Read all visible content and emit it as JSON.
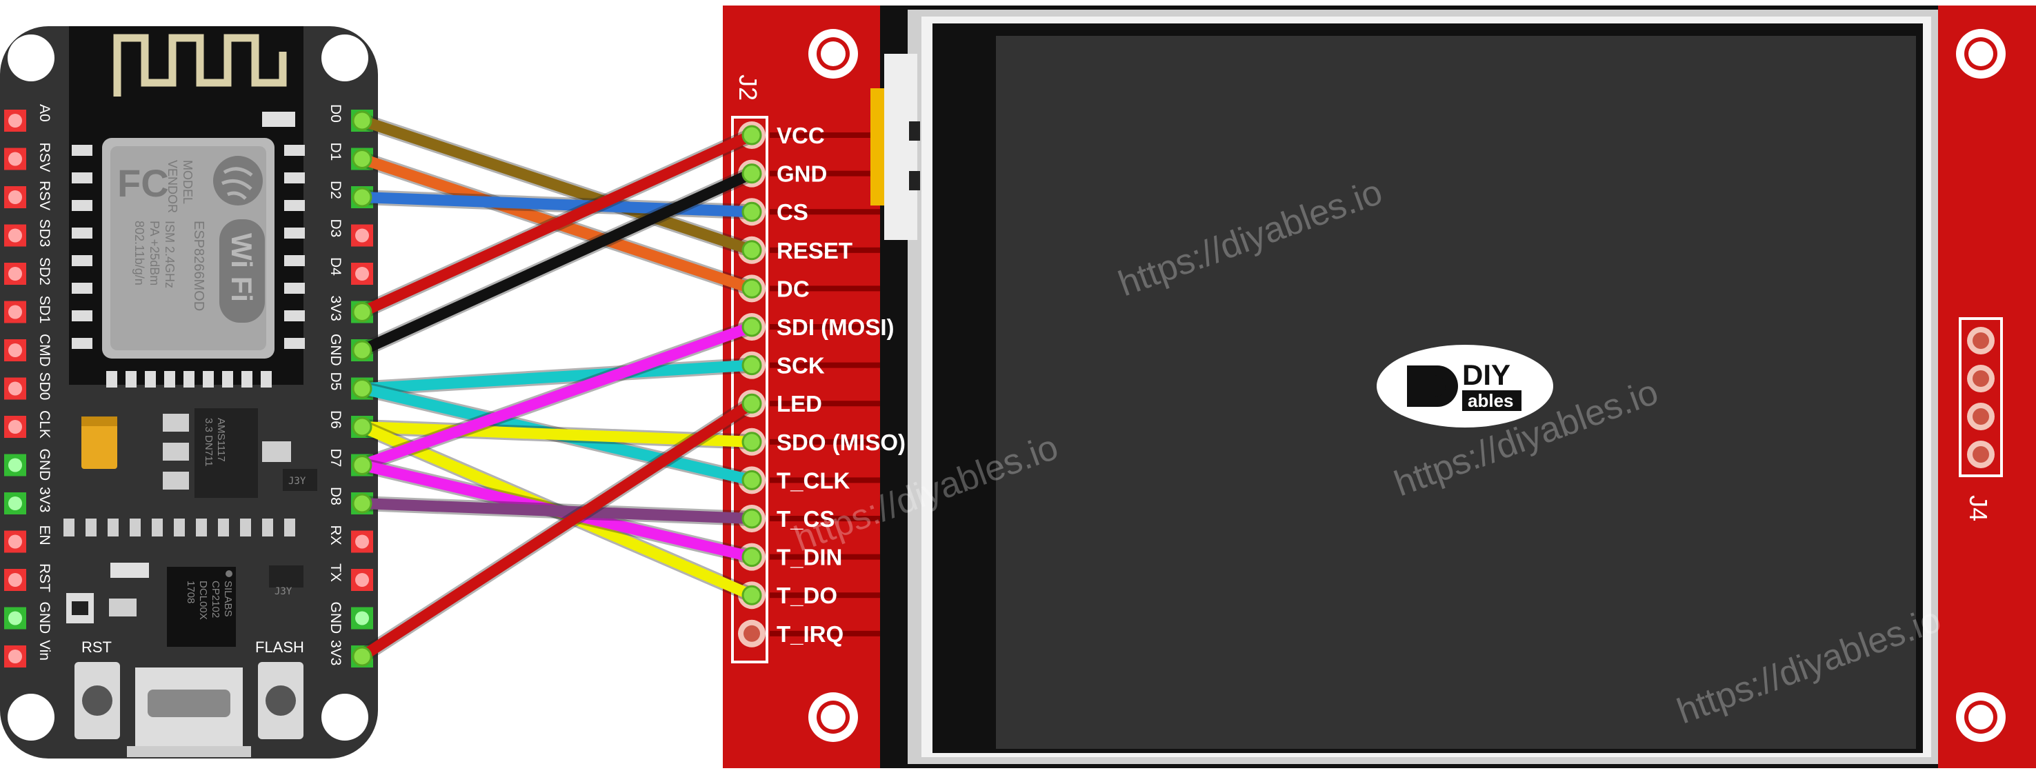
{
  "nodemcu": {
    "left_pins": [
      "A0",
      "RSV",
      "RSV",
      "SD3",
      "SD2",
      "SD1",
      "CMD",
      "SD0",
      "CLK",
      "GND",
      "3V3",
      "EN",
      "RST",
      "GND",
      "Vin"
    ],
    "right_pins": [
      "D0",
      "D1",
      "D2",
      "D3",
      "D4",
      "3V3",
      "GND",
      "D5",
      "D6",
      "D7",
      "D8",
      "RX",
      "TX",
      "GND",
      "3V3"
    ],
    "module_lines": [
      "MODEL",
      "VENDOR",
      "ESP8266MOD",
      "ISM 2.4GHz",
      "PA +25dBm",
      "802.11b/g/n"
    ],
    "fc": "FC",
    "wifi": "Wi Fi",
    "ams_lines": [
      "AMS1117",
      "3.3 DN711"
    ],
    "j3y": "J3Y",
    "cp_lines": [
      "SILABS",
      "CP2102",
      "DCL00X",
      "1708"
    ],
    "rst_label": "RST",
    "flash_label": "FLASH"
  },
  "tft": {
    "header_j2": "J2",
    "header_j4": "J4",
    "pins": [
      "VCC",
      "GND",
      "CS",
      "RESET",
      "DC",
      "SDI (MOSI)",
      "SCK",
      "LED",
      "SDO (MISO)",
      "T_CLK",
      "T_CS",
      "T_DIN",
      "T_DO",
      "T_IRQ"
    ],
    "logo_diy": "DIY",
    "logo_ables": "ables"
  },
  "wiring": [
    {
      "from": "D0",
      "to": "RESET",
      "color": "#8B6914"
    },
    {
      "from": "D1",
      "to": "DC",
      "color": "#E8641E"
    },
    {
      "from": "D2",
      "to": "CS",
      "color": "#2E72D2"
    },
    {
      "from": "3V3",
      "to": "VCC",
      "color": "#CC1111"
    },
    {
      "from": "GND",
      "to": "GND",
      "color": "#111111"
    },
    {
      "from": "D5",
      "to": "SCK",
      "color": "#18C8C8"
    },
    {
      "from": "D5",
      "to": "T_CLK",
      "color": "#18C8C8"
    },
    {
      "from": "D6",
      "to": "SDO (MISO)",
      "color": "#F0F000"
    },
    {
      "from": "D6",
      "to": "T_DO",
      "color": "#F0F000"
    },
    {
      "from": "D7",
      "to": "SDI (MOSI)",
      "color": "#F020F0"
    },
    {
      "from": "D7",
      "to": "T_DIN",
      "color": "#F020F0"
    },
    {
      "from": "D8",
      "to": "T_CS",
      "color": "#804080"
    },
    {
      "from": "3V3",
      "to": "LED",
      "color": "#CC1111"
    }
  ],
  "watermark": "https://diyables.io",
  "colors": {
    "board": "#333333",
    "pcb_red": "#CC1111",
    "screen": "#333333"
  }
}
